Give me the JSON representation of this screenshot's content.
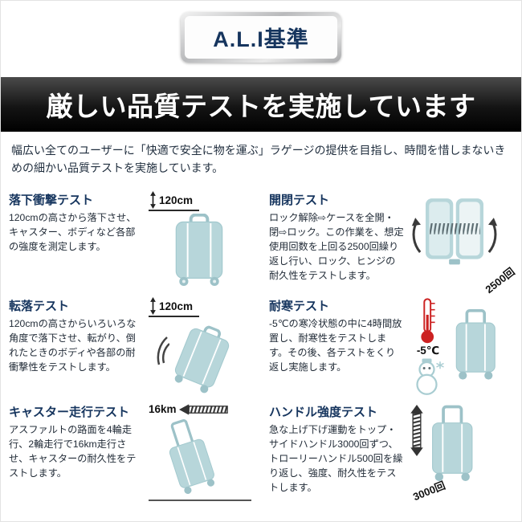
{
  "badge": {
    "label": "A.L.I基準"
  },
  "banner": {
    "title": "厳しい品質テストを実施しています"
  },
  "intro": {
    "text": "幅広い全てのユーザーに「快適で安全に物を運ぶ」ラゲージの提供を目指し、時間を惜しまないきめの細かい品質テストを実施しています。"
  },
  "tests": [
    {
      "title": "落下衝撃テスト",
      "description": "120cmの高さから落下させ、キャスター、ボディなど各部の強度を測定します。",
      "figure_label": "120cm",
      "icon": "suitcase-front"
    },
    {
      "title": "開閉テスト",
      "description": "ロック解除⇨ケースを全開・閉⇨ロック。この作業を、想定使用回数を上回る2500回繰り返し行い、ロック、ヒンジの耐久性をテストします。",
      "figure_label": "2500回",
      "icon": "suitcase-open"
    },
    {
      "title": "転落テスト",
      "description": "120cmの高さからいろいろな角度で落下させ、転がり、倒れたときのボディや各部の耐衝撃性をテストします。",
      "figure_label": "120cm",
      "icon": "suitcase-tilted"
    },
    {
      "title": "耐寒テスト",
      "description": "-5℃の寒冷状態の中に4時間放置し、耐寒性をテストします。その後、各テストをくり返し実施します。",
      "figure_label": "-5℃",
      "icon": "thermometer-snowman-suitcase"
    },
    {
      "title": "キャスター走行テスト",
      "description": "アスファルトの路面を4輪走行、2輪走行で16km走行させ、キャスターの耐久性をテストします。",
      "figure_label": "16km",
      "icon": "suitcase-rolling"
    },
    {
      "title": "ハンドル強度テスト",
      "description": "急な上げ下げ運動をトップ・サイドハンドル3000回ずつ、トローリーハンドル500回を繰り返し、強度、耐久性をテストします。",
      "figure_label": "3000回",
      "icon": "suitcase-trolley"
    }
  ],
  "colors": {
    "title_navy": "#16355e",
    "suitcase_blue": "#b7d6da",
    "banner_black": "#141414",
    "thermometer_red": "#cc2222"
  }
}
